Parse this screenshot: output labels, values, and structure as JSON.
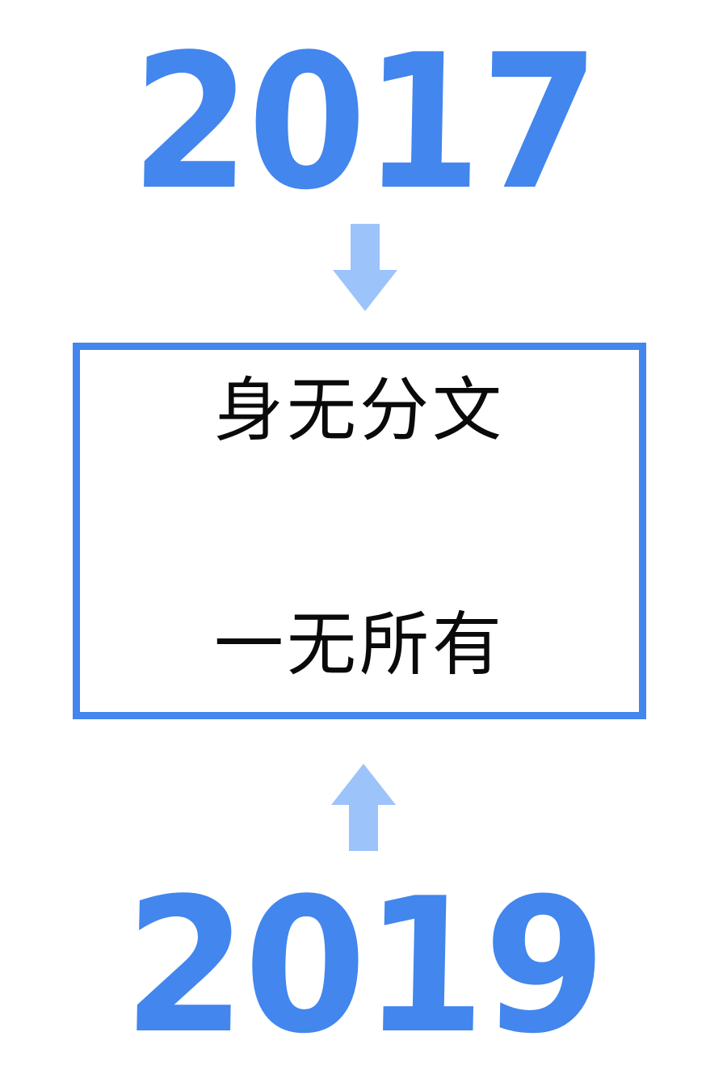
{
  "page": {
    "background_color": "#ffffff",
    "accent_color": "#4286ee",
    "arrow_color": "#9dc3fb",
    "text_color": "#0a0a0a"
  },
  "top_label": {
    "text": "2017",
    "color": "#4286ee"
  },
  "bottom_label": {
    "text": "2019",
    "color": "#4286ee"
  },
  "arrows": {
    "down": {
      "name": "arrow-down",
      "direction": "down",
      "color": "#9dc3fb"
    },
    "up": {
      "name": "arrow-up",
      "direction": "up",
      "color": "#9dc3fb"
    }
  },
  "box": {
    "border_color": "#4286ee",
    "fill_color": "#ffffff",
    "lines": [
      {
        "text": "身无分文"
      },
      {
        "text": "一无所有"
      }
    ]
  }
}
